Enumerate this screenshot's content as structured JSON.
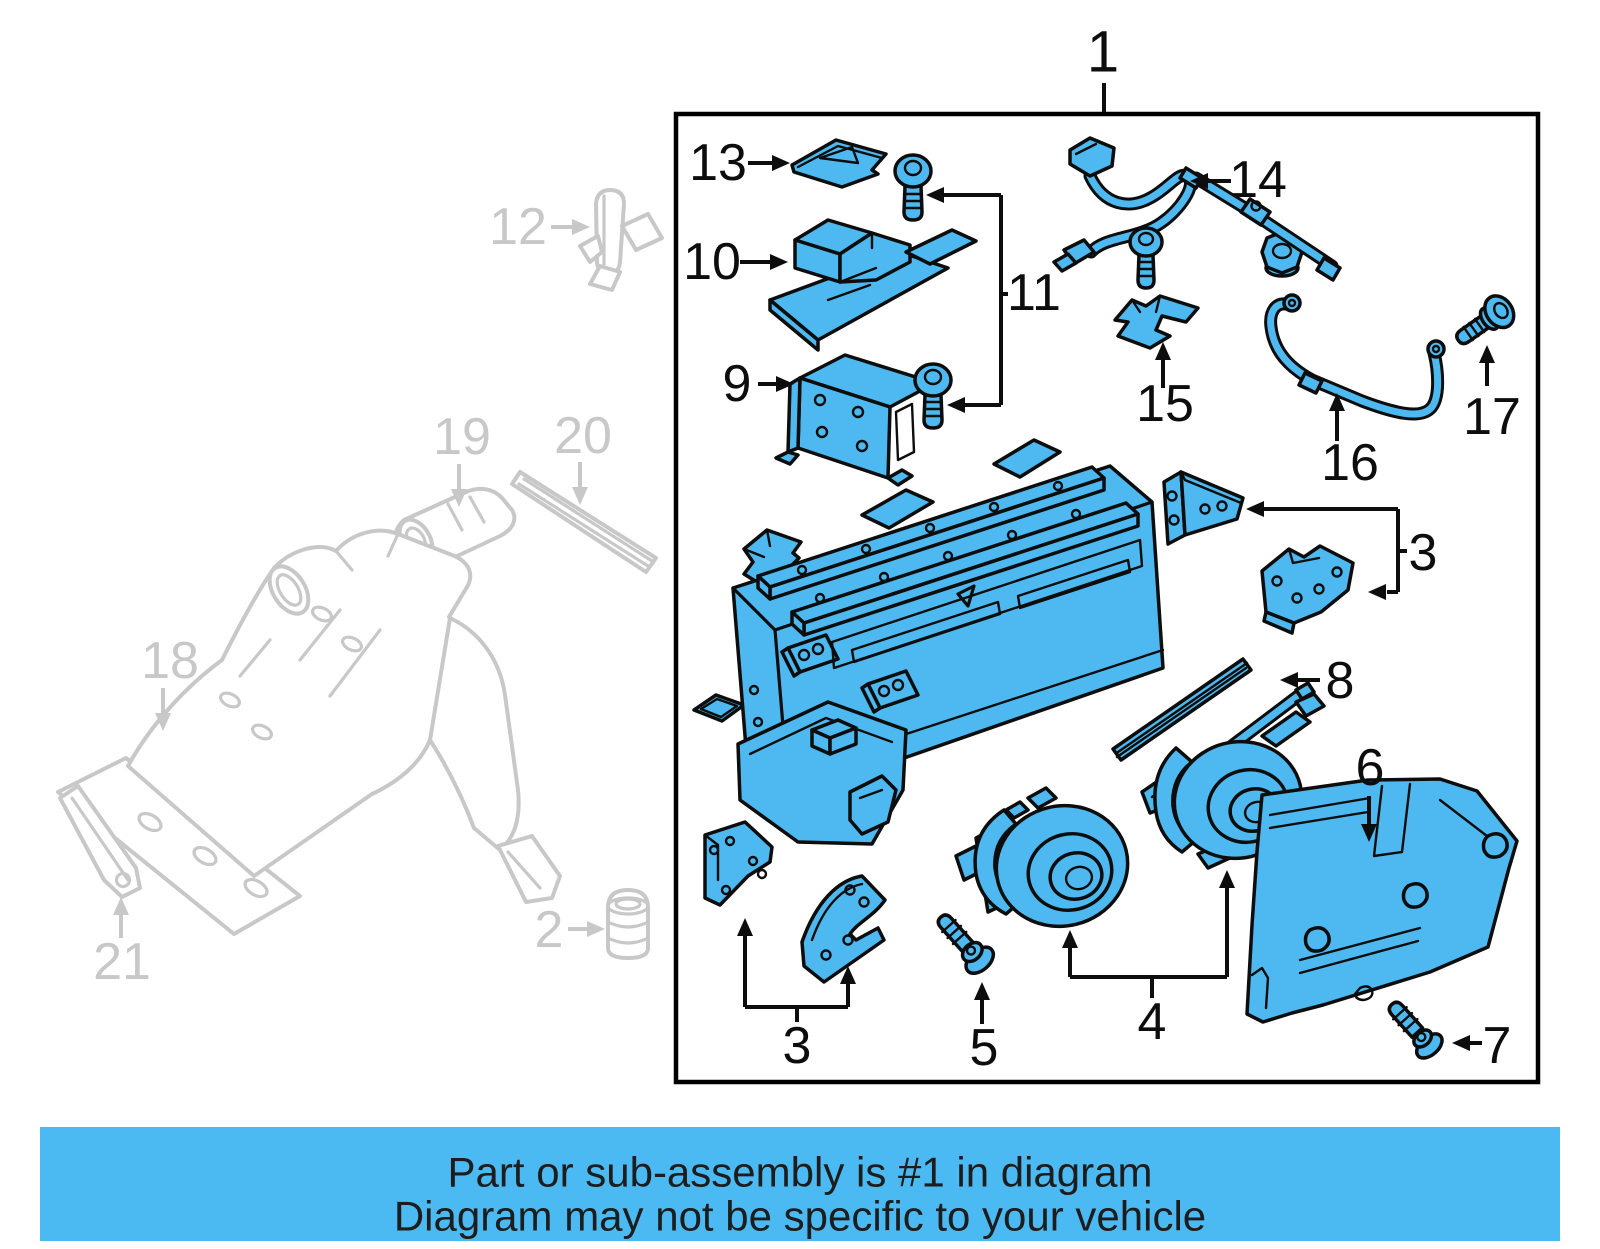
{
  "banner": {
    "line1": "Part or sub-assembly is #1 in diagram",
    "line2": "Diagram may not be specific to your vehicle",
    "bg_color": "#4cbaf2",
    "text_color": "#1d1d1d"
  },
  "colors": {
    "part_fill": "#4db9f0",
    "part_outline": "#0d0d0d",
    "ghost": "#c8c8c8",
    "box_border": "#000000",
    "label_color": "#0d0d0d",
    "background": "#ffffff"
  },
  "callouts": {
    "c1": "1",
    "c2": "2",
    "c3_bottom": "3",
    "c3_right": "3",
    "c4": "4",
    "c5": "5",
    "c6": "6",
    "c7": "7",
    "c8": "8",
    "c9": "9",
    "c10": "10",
    "c11": "11",
    "c12": "12",
    "c13": "13",
    "c14": "14",
    "c15": "15",
    "c16": "16",
    "c17": "17",
    "c18": "18",
    "c19": "19",
    "c20": "20",
    "c21": "21"
  }
}
